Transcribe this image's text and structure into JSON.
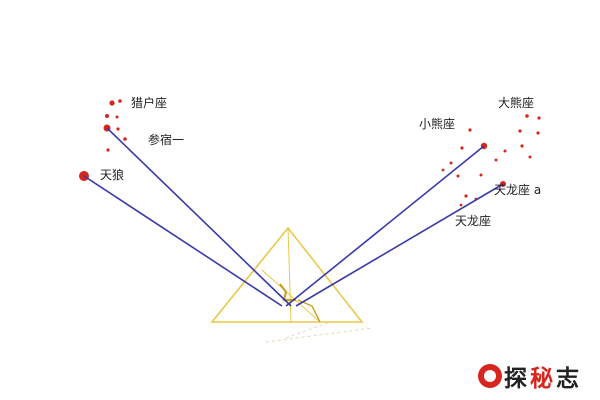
{
  "labels": {
    "orion": "猎户座",
    "orions_belt_star": "参宿一",
    "sirius": "天狼",
    "ursa_minor": "小熊座",
    "ursa_major": "大熊座",
    "draco_alpha": "天龙座 a",
    "draco": "天龙座"
  },
  "watermark": {
    "text": [
      "探",
      "秘",
      "志"
    ],
    "colors": [
      "#222222",
      "#d7261e",
      "#222222"
    ]
  },
  "colors": {
    "ray": "#3a3aa8",
    "pyramid": "#e9c84a",
    "star": "#d7261e",
    "shaft": "#c9a227"
  }
}
